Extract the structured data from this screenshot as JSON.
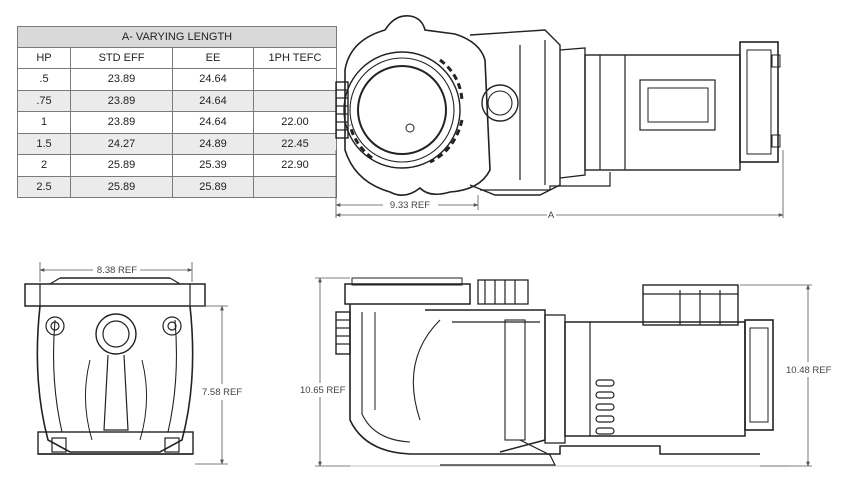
{
  "table": {
    "title": "A- VARYING LENGTH",
    "columns": [
      "HP",
      "STD EFF",
      "EE",
      "1PH TEFC"
    ],
    "rows": [
      {
        "hp": ".5",
        "std_eff": "23.89",
        "ee": "24.64",
        "tefc": ""
      },
      {
        "hp": ".75",
        "std_eff": "23.89",
        "ee": "24.64",
        "tefc": ""
      },
      {
        "hp": "1",
        "std_eff": "23.89",
        "ee": "24.64",
        "tefc": "22.00"
      },
      {
        "hp": "1.5",
        "std_eff": "24.27",
        "ee": "24.89",
        "tefc": "22.45"
      },
      {
        "hp": "2",
        "std_eff": "25.89",
        "ee": "25.39",
        "tefc": "22.90"
      },
      {
        "hp": "2.5",
        "std_eff": "25.89",
        "ee": "25.89",
        "tefc": ""
      }
    ]
  },
  "dimensions": {
    "top_width": "9.33 REF",
    "overall_length": "A",
    "front_width": "8.38 REF",
    "front_height": "7.58 REF",
    "side_total_height": "10.65 REF",
    "side_motor_height": "10.48 REF"
  }
}
